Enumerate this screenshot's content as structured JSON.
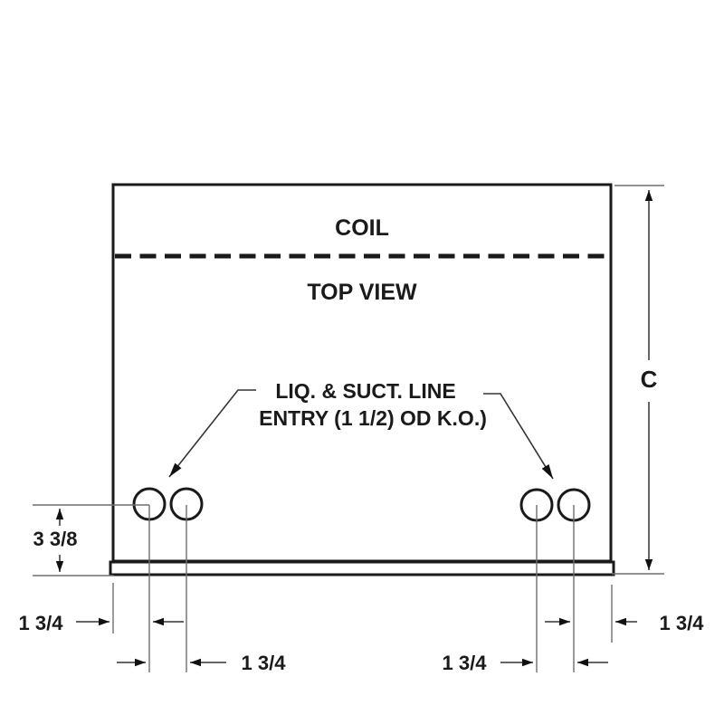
{
  "figure": {
    "coil_label": "COIL",
    "view_label": "TOP VIEW"
  },
  "callout": {
    "line1": "LIQ. & SUCT. LINE",
    "line2": "ENTRY (1 1/2) OD K.O.)"
  },
  "dims": {
    "overall_height_label": "C",
    "hole_row_offset": "3 3/8",
    "left_edge_to_hole": "1 3/4",
    "left_hole_spacing": "1 3/4",
    "right_hole_spacing": "1 3/4",
    "right_edge_to_hole": "1 3/4"
  },
  "knockout_hole_count": 4,
  "colors": {
    "line": "#1a1a1a",
    "extension_line": "#6e6e6e",
    "background": "#ffffff"
  }
}
